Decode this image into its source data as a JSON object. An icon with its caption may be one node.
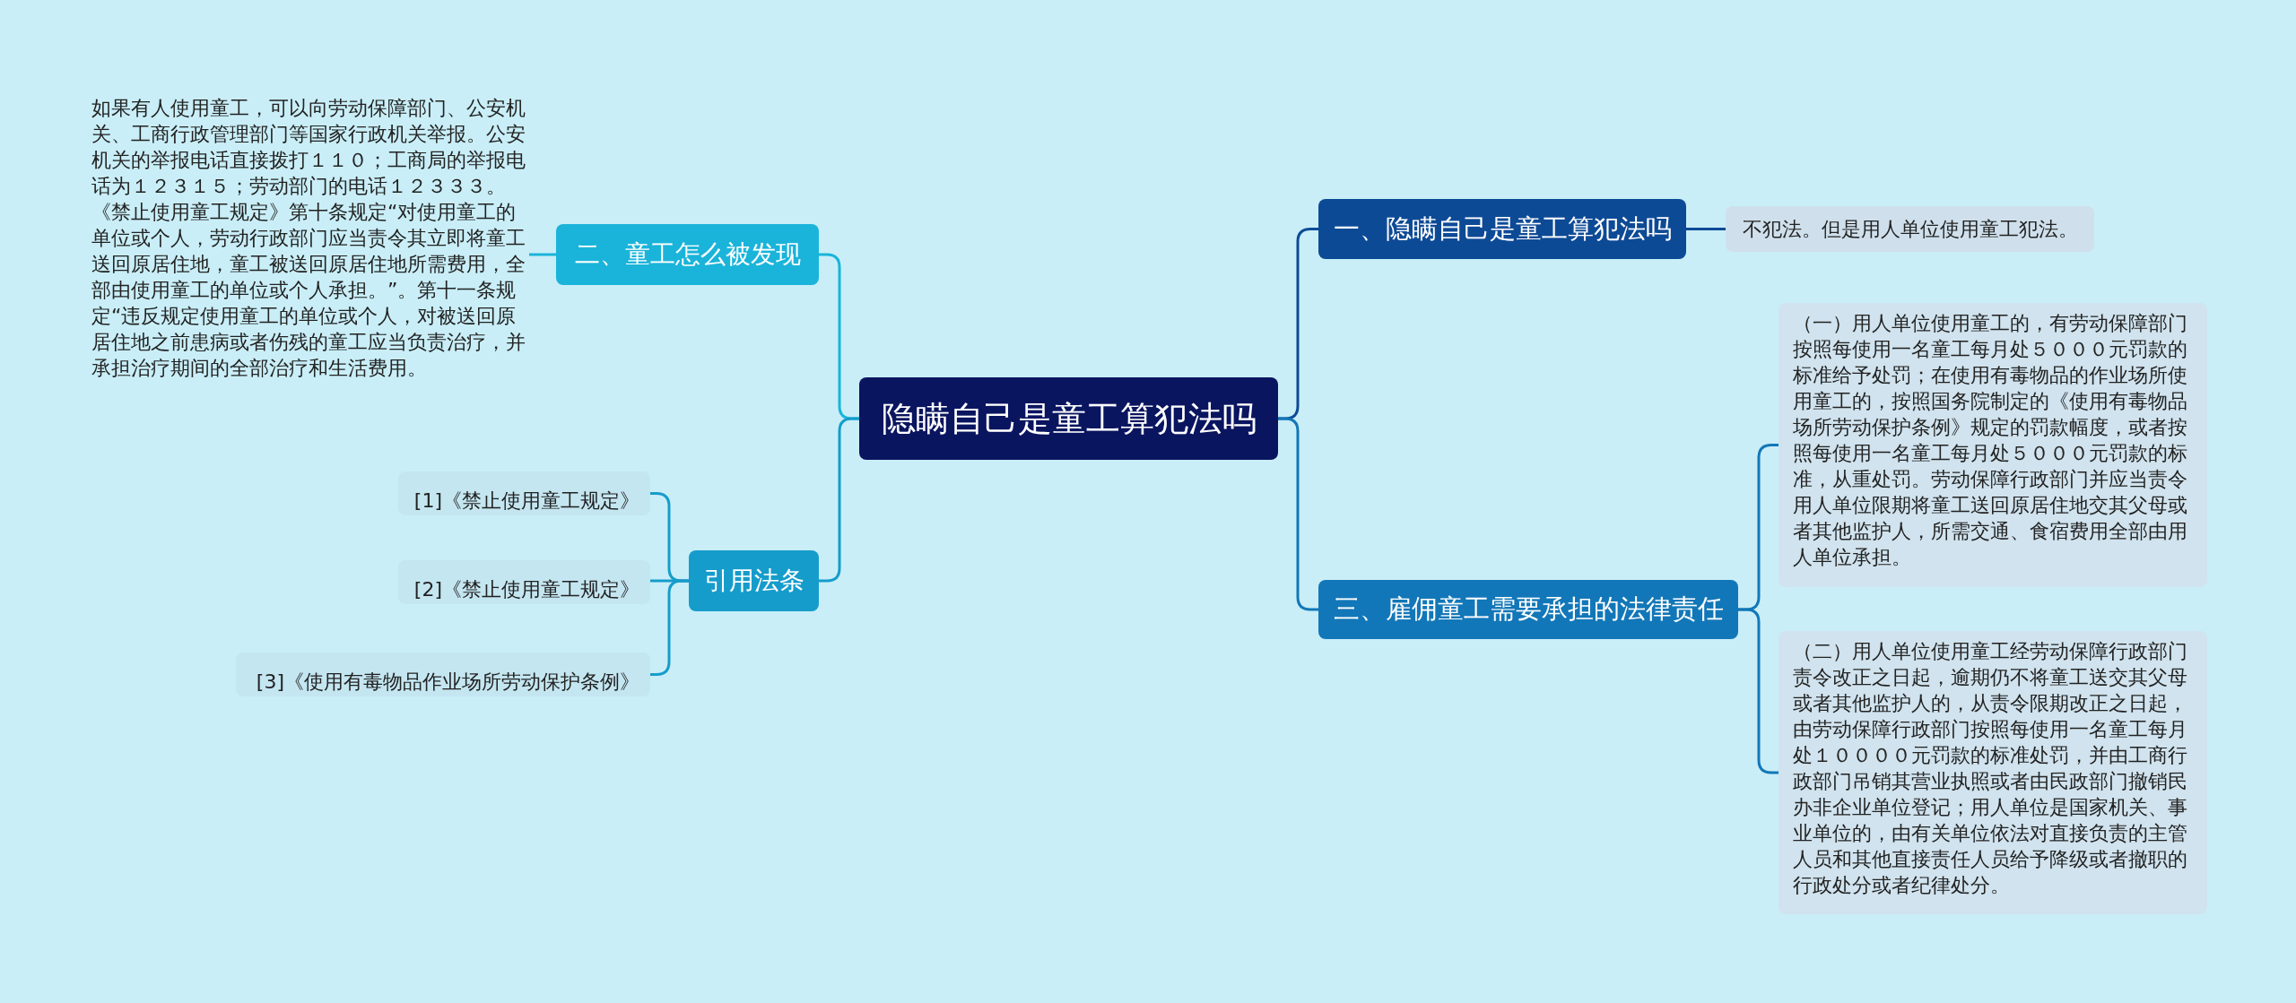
{
  "diagram": {
    "nodes": [
      {
        "text": [
          "隐瞒自己是童工算犯法吗"
        ]
      },
      {
        "text": [
          "一、隐瞒自己是童工算犯法吗"
        ]
      },
      {
        "text": [
          "不犯法。但是用人单位使用童工犯法。"
        ]
      },
      {
        "text": [
          "三、雇佣童工需要承担的法律责任"
        ]
      },
      {
        "text": [
          "（一）用人单位使用童工的，有劳动保障部门按照每使用一名童工每月处５０００元罚款的标准给予处罚；在使用有毒物品的作业场所使用童工的，按照国务院制定的《使用有毒物品场所劳动保护条例》规定的罚款幅度，或者按照每使用一名童工每月处５０００元罚款的标准，从重处罚。劳动保障行政部门并应当责令用人单位限期将童工送回原居住地交其父母或者其他监护人，所需交通、食宿费用全部由用人单位承担。"
        ]
      },
      {
        "text": [
          "（二）用人单位使用童工经劳动保障行政部门责令改正之日起，逾期仍不将童工送交其父母或者其他监护人的，从责令限期改正之日起，由劳动保障行政部门按照每使用一名童工每月处１００００元罚款的标准处罚，并由工商行政部门吊销其营业执照或者由民政部门撤销民办非企业单位登记；用人单位是国家机关、事业单位的，由有关单位依法对直接负责的主管人员和其他直接责任人员给予降级或者撤职的行政处分或者纪律处分。"
        ]
      },
      {
        "text": [
          "二、童工怎么被发现"
        ]
      },
      {
        "text": [
          "如果有人使用童工，可以向劳动保障部门、公安机关、工商行政管理部门等国家行政机关举报。公安机关的举报电话直接拨打１１０；工商局的举报电话为１２３１５；劳动部门的电话１２３３３。《禁止使用童工规定》第十条规定“对使用童工的单位或个人，劳动行政部门应当责令其立即将童工送回原居住地，童工被送回原居住地所需费用，全部由使用童工的单位或个人承担。”。第十一条规定“违反规定使用童工的单位或个人，对被送回原居住地之前患病或者伤残的童工应当负责治疗，并承担治疗期间的全部治疗和生活费用。"
        ]
      },
      {
        "text": [
          "引用法条"
        ]
      },
      {
        "text": [
          "[1]《禁止使用童工规定》"
        ]
      },
      {
        "text": [
          "[2]《禁止使用童工规定》"
        ]
      },
      {
        "text": [
          "[3]《使用有毒物品作业场所劳动保护条例》"
        ]
      }
    ],
    "edges": [
      {
        "from": 0,
        "to": 1,
        "arrow": "none",
        "color": "#0d4a96"
      },
      {
        "from": 1,
        "to": 2,
        "arrow": "none",
        "color": "#0d4a96"
      },
      {
        "from": 0,
        "to": 3,
        "arrow": "none",
        "color": "#1277b8"
      },
      {
        "from": 3,
        "to": 4,
        "arrow": "none",
        "color": "#1277b8"
      },
      {
        "from": 3,
        "to": 5,
        "arrow": "none",
        "color": "#1277b8"
      },
      {
        "from": 0,
        "to": 6,
        "arrow": "none",
        "color": "#1ab4da"
      },
      {
        "from": 6,
        "to": 7,
        "arrow": "none",
        "color": "#1ab4da"
      },
      {
        "from": 0,
        "to": 8,
        "arrow": "none",
        "color": "#169ccb"
      },
      {
        "from": 8,
        "to": 9,
        "arrow": "none",
        "color": "#169ccb"
      },
      {
        "from": 8,
        "to": 10,
        "arrow": "none",
        "color": "#169ccb"
      },
      {
        "from": 8,
        "to": 11,
        "arrow": "none",
        "color": "#169ccb"
      }
    ]
  }
}
